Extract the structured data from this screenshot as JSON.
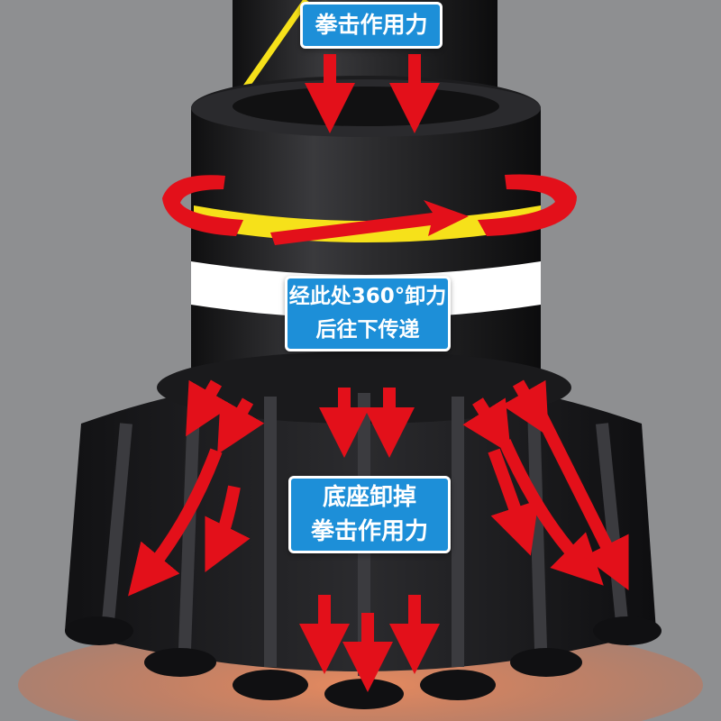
{
  "labels": {
    "top": "拳击作用力",
    "mid_line1": "经此处360°卸力",
    "mid_line2": "后往下传递",
    "base_line1": "底座卸掉",
    "base_line2": "拳击作用力"
  },
  "colors": {
    "background": "#8e8f91",
    "label_fill": "#1d8fd8",
    "arrow_red": "#e3101a",
    "accent_yellow": "#f6e11a",
    "base_black": "#1b1b1d"
  }
}
